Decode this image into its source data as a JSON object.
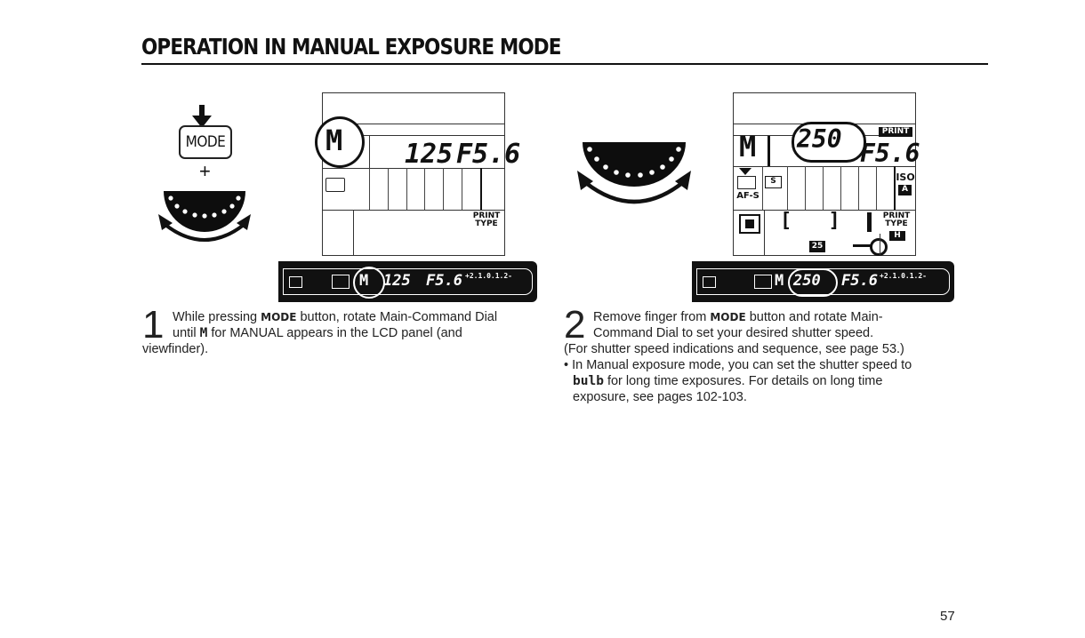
{
  "header": {
    "title": "OPERATION IN MANUAL EXPOSURE MODE"
  },
  "step1": {
    "number": "1",
    "mode_button_label": "MODE",
    "plus": "+",
    "lcd": {
      "mode": "M",
      "shutter": "125",
      "aperture": "F5.6",
      "print_type": [
        "PRINT",
        "TYPE"
      ]
    },
    "viewfinder": {
      "mode": "M",
      "shutter": "125",
      "aperture": "F5.6",
      "scale": "+2.1.0.1.2-"
    },
    "text": {
      "before_mode": "While pressing ",
      "mode": "MODE",
      "after_mode": " button, rotate Main-Command Dial",
      "line2_before": "until ",
      "line2_symbol": "M",
      "line2_after": " for MANUAL appears in the LCD panel (and",
      "line3": "viewfinder)."
    }
  },
  "step2": {
    "number": "2",
    "lcd": {
      "mode": "M",
      "shutter": "250",
      "aperture": "F5.6",
      "print_label": "PRINT",
      "af_label": "AF-S",
      "s_label": "S",
      "iso_label": "ISO",
      "iso_value": "A",
      "print_type": [
        "PRINT",
        "TYPE"
      ],
      "print_type_value": "H",
      "frame_count": "25",
      "brackets": "[ ]"
    },
    "viewfinder": {
      "mode": "M",
      "shutter": "250",
      "aperture": "F5.6",
      "scale": "+2.1.0.1.2-"
    },
    "text": {
      "line1_before": "Remove finger from ",
      "line1_mode": "MODE",
      "line1_after": " button and rotate Main-",
      "line2": "Command Dial to set your desired shutter speed.",
      "line3": "(For shutter speed indications and sequence, see page 53.)",
      "bullet_line1": "In Manual exposure mode, you can set the shutter speed to",
      "bulb": "bulb",
      "bullet_line2_after": " for long time exposures. For details on long time",
      "bullet_line3": "exposure, see pages 102-103."
    }
  },
  "footer": {
    "page_number": "57"
  }
}
